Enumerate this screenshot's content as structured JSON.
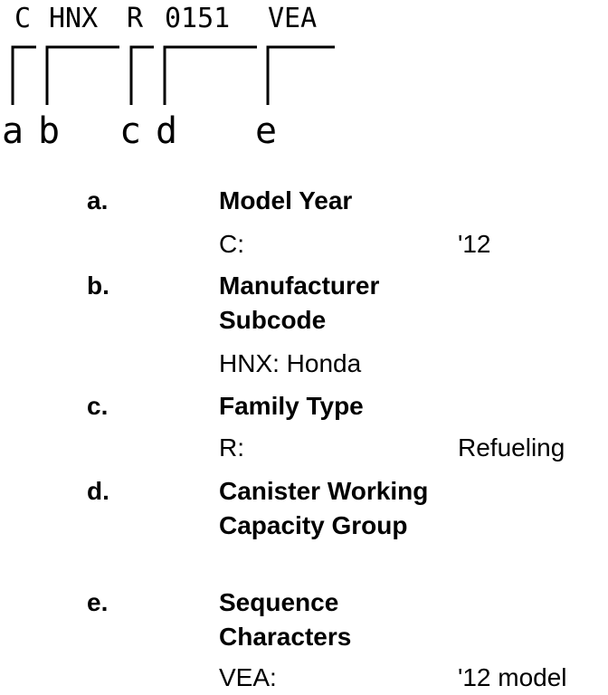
{
  "code": {
    "segments": [
      "C",
      "HNX",
      "R",
      "0151",
      "VEA"
    ],
    "letters": [
      "a",
      "b",
      "c",
      "d",
      "e"
    ]
  },
  "legend": [
    {
      "letter": "a.",
      "title": "Model Year",
      "code": "C:",
      "meaning": "'12"
    },
    {
      "letter": "b.",
      "title": "Manufacturer Subcode",
      "code": "HNX: Honda",
      "meaning": ""
    },
    {
      "letter": "c.",
      "title": "Family Type",
      "code": "R:",
      "meaning": "Refueling"
    },
    {
      "letter": "d.",
      "title": "Canister Working Capacity Group",
      "code": "",
      "meaning": ""
    },
    {
      "letter": "e.",
      "title": "Sequence Characters",
      "code": "VEA:",
      "meaning": "'12 model"
    }
  ]
}
